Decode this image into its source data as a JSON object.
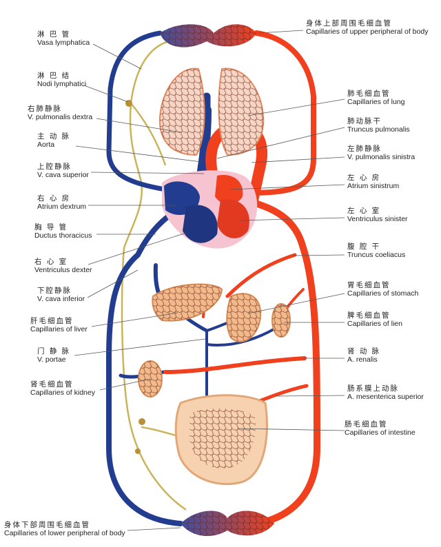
{
  "labels_left": [
    {
      "id": "vasa-lymphatica",
      "zh": "淋 巴 管",
      "en": "Vasa lymphatica"
    },
    {
      "id": "nodi-lymphatici",
      "zh": "淋 巴 结",
      "en": "Nodi lymphatici"
    },
    {
      "id": "v-pulmonalis-dextra",
      "zh": "右肺静脉",
      "en": "V. pulmonalis dextra"
    },
    {
      "id": "aorta",
      "zh": "主 动 脉",
      "en": "Aorta"
    },
    {
      "id": "v-cava-superior",
      "zh": "上腔静脉",
      "en": "V. cava superior"
    },
    {
      "id": "atrium-dextrum",
      "zh": "右 心 房",
      "en": "Atrium dextrum"
    },
    {
      "id": "ductus-thoracicus",
      "zh": "胸 导 管",
      "en": "Ductus thoracicus"
    },
    {
      "id": "ventriculus-dexter",
      "zh": "右 心 室",
      "en": "Ventriculus dexter"
    },
    {
      "id": "v-cava-inferior",
      "zh": "下腔静脉",
      "en": "V. cava inferior"
    },
    {
      "id": "capillaries-of-liver",
      "zh": "肝毛细血管",
      "en": "Capillaries of liver"
    },
    {
      "id": "v-portae",
      "zh": "门 静 脉",
      "en": "V. portae"
    },
    {
      "id": "capillaries-of-kidney",
      "zh": "肾毛细血管",
      "en": "Capillaries of kidney"
    },
    {
      "id": "capillaries-lower-body",
      "zh": "身体下部周围毛细血管",
      "en": "Capillaries of lower peripheral of body"
    }
  ],
  "labels_right": [
    {
      "id": "capillaries-upper-body",
      "zh": "身体上部周围毛细血管",
      "en": "Capillaries of upper peripheral of body"
    },
    {
      "id": "capillaries-of-lung",
      "zh": "肺毛细血管",
      "en": "Capillaries of lung"
    },
    {
      "id": "truncus-pulmonalis",
      "zh": "肺动脉干",
      "en": "Truncus pulmonalis"
    },
    {
      "id": "v-pulmonalis-sinistra",
      "zh": "左肺静脉",
      "en": "V. pulmonalis sinistra"
    },
    {
      "id": "atrium-sinistrum",
      "zh": "左 心 房",
      "en": "Atrium sinistrum"
    },
    {
      "id": "ventriculus-sinister",
      "zh": "左 心 室",
      "en": "Ventriculus sinister"
    },
    {
      "id": "truncus-coeliacus",
      "zh": "腹 腔 干",
      "en": "Truncus coeliacus"
    },
    {
      "id": "capillaries-of-stomach",
      "zh": "胃毛细血管",
      "en": "Capillaries of stomach"
    },
    {
      "id": "capillaries-of-lien",
      "zh": "脾毛细血管",
      "en": "Capillaries of lien"
    },
    {
      "id": "a-renalis",
      "zh": "肾 动 脉",
      "en": "A. renalis"
    },
    {
      "id": "a-mesenterica-superior",
      "zh": "肠系膜上动脉",
      "en": "A. mesenterica superior"
    },
    {
      "id": "capillaries-of-intestine",
      "zh": "肠毛细血管",
      "en": "Capillaries of intestine"
    }
  ],
  "colors": {
    "artery": "#f0401e",
    "vein": "#223d8f",
    "lymph": "#c9b45a",
    "organ": "#f2b98a",
    "heart": "#f6c3d0",
    "leader": "#555555"
  }
}
